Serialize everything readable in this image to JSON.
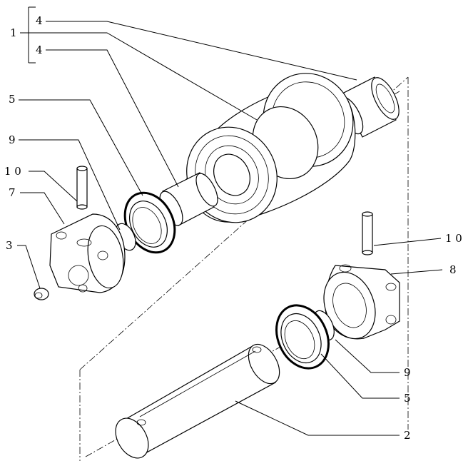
{
  "diagram": {
    "callouts": {
      "group_1": "1",
      "upper_4a": "4",
      "upper_4b": "4",
      "left_5": "5",
      "left_9": "9",
      "left_10": "1 0",
      "left_7": "7",
      "left_3": "3",
      "right_10": "1 0",
      "right_8": "8",
      "right_9": "9",
      "right_5": "5",
      "bottom_2": "2"
    }
  }
}
